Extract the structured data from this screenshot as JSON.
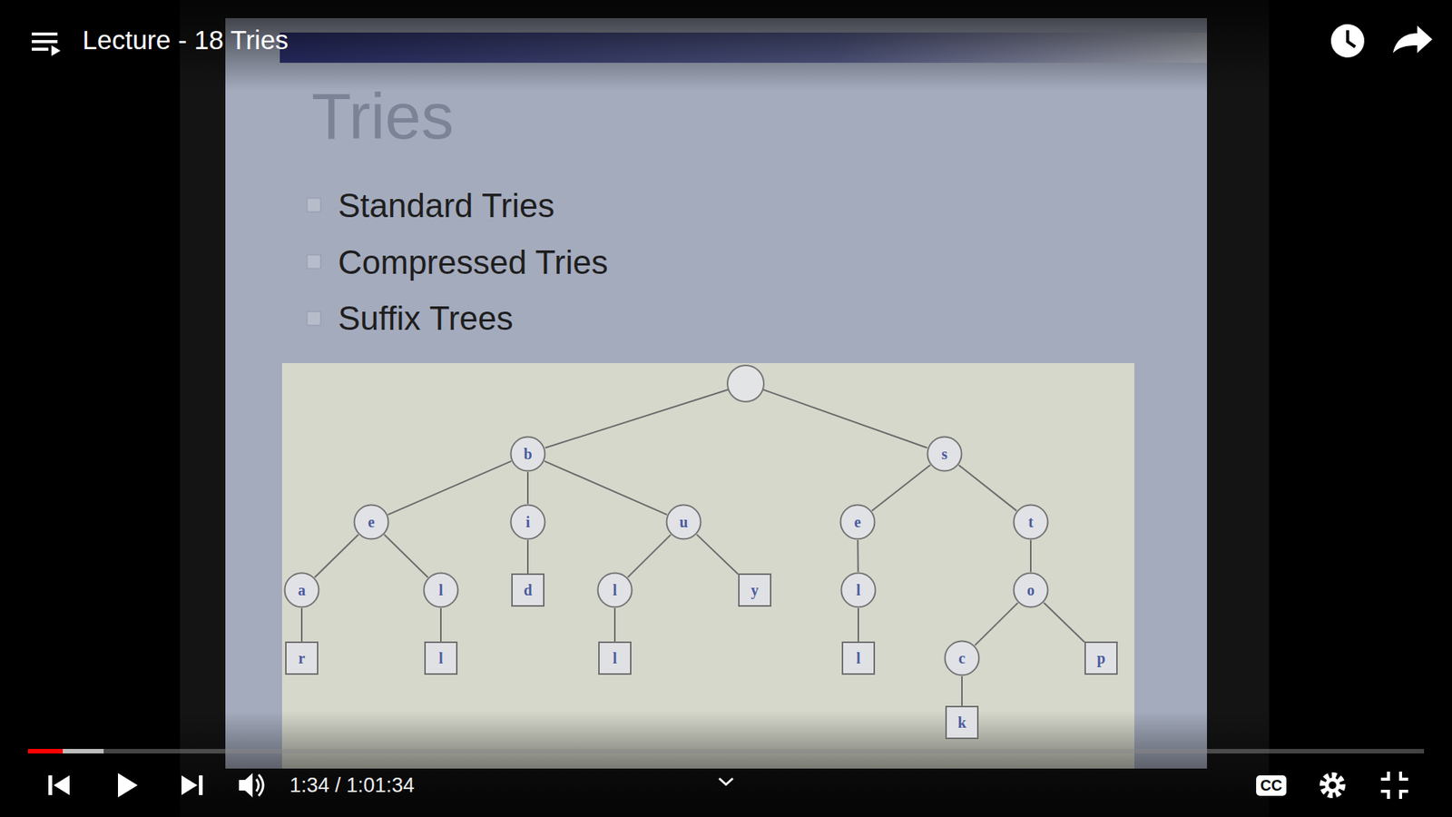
{
  "diagram": {
    "title": "Tries",
    "nodes": [
      {
        "text": [
          "b"
        ]
      },
      {
        "text": [
          "s"
        ]
      },
      {
        "text": [
          "e"
        ]
      },
      {
        "text": [
          "i"
        ]
      },
      {
        "text": [
          "u"
        ]
      },
      {
        "text": [
          "e"
        ]
      },
      {
        "text": [
          "t"
        ]
      },
      {
        "text": [
          "a"
        ]
      },
      {
        "text": [
          "l"
        ]
      },
      {
        "text": [
          "d"
        ]
      },
      {
        "text": [
          "l"
        ]
      },
      {
        "text": [
          "y"
        ]
      },
      {
        "text": [
          "l"
        ]
      },
      {
        "text": [
          "o"
        ]
      },
      {
        "text": [
          "r"
        ]
      },
      {
        "text": [
          "l"
        ]
      },
      {
        "text": [
          "l"
        ]
      },
      {
        "text": [
          "l"
        ]
      },
      {
        "text": [
          "c"
        ]
      },
      {
        "text": [
          "p"
        ]
      },
      {
        "text": [
          "k"
        ]
      }
    ],
    "edges": [
      {
        "from": 0,
        "to": 2,
        "arrow": "none"
      },
      {
        "from": 0,
        "to": 3,
        "arrow": "none"
      },
      {
        "from": 0,
        "to": 4,
        "arrow": "none"
      },
      {
        "from": 1,
        "to": 5,
        "arrow": "none"
      },
      {
        "from": 1,
        "to": 6,
        "arrow": "none"
      },
      {
        "from": 2,
        "to": 7,
        "arrow": "none"
      },
      {
        "from": 2,
        "to": 8,
        "arrow": "none"
      },
      {
        "from": 3,
        "to": 9,
        "arrow": "none"
      },
      {
        "from": 4,
        "to": 10,
        "arrow": "none"
      },
      {
        "from": 4,
        "to": 11,
        "arrow": "none"
      },
      {
        "from": 5,
        "to": 12,
        "arrow": "none"
      },
      {
        "from": 6,
        "to": 13,
        "arrow": "none"
      },
      {
        "from": 7,
        "to": 14,
        "arrow": "none"
      },
      {
        "from": 8,
        "to": 15,
        "arrow": "none"
      },
      {
        "from": 10,
        "to": 16,
        "arrow": "none"
      },
      {
        "from": 12,
        "to": 17,
        "arrow": "none"
      },
      {
        "from": 13,
        "to": 18,
        "arrow": "none"
      },
      {
        "from": 13,
        "to": 19,
        "arrow": "none"
      },
      {
        "from": 18,
        "to": 20,
        "arrow": "none"
      }
    ],
    "labels": [
      "Lecture - 18 Tries",
      "Standard Tries",
      "Compressed Tries",
      "Suffix Trees",
      "1:34 / 1:01:34",
      "CC"
    ]
  }
}
